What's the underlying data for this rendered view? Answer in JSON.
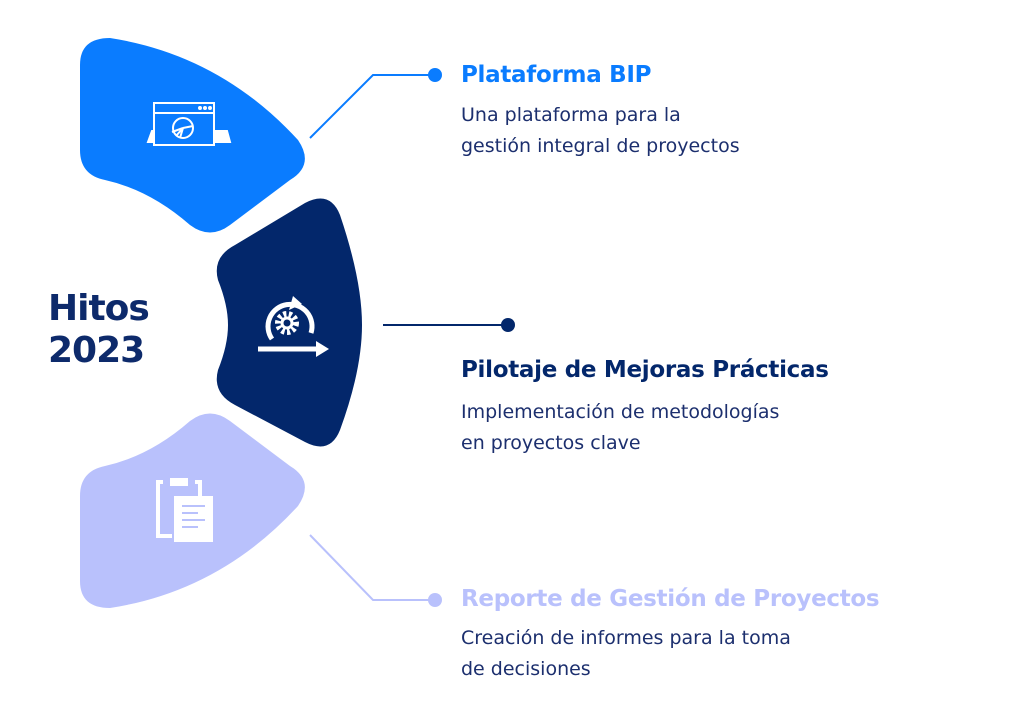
{
  "heading": {
    "line1": "Hitos",
    "line2": "2023"
  },
  "colors": {
    "blue": "#0a7cff",
    "navy": "#03276b",
    "lavender": "#b9c1fc",
    "text": "#0d2a6b"
  },
  "milestones": [
    {
      "title": "Plataforma BIP",
      "desc1": "Una plataforma para la",
      "desc2": "gestión integral de proyectos",
      "icon": "dashboard-window-icon"
    },
    {
      "title": "Pilotaje de Mejoras Prácticas",
      "desc1": "Implementación de metodologías",
      "desc2": "en proyectos clave",
      "icon": "gear-cycle-icon"
    },
    {
      "title": "Reporte de Gestión de Proyectos",
      "desc1": "Creación de informes para la toma",
      "desc2": "de decisiones",
      "icon": "clipboard-report-icon"
    }
  ]
}
